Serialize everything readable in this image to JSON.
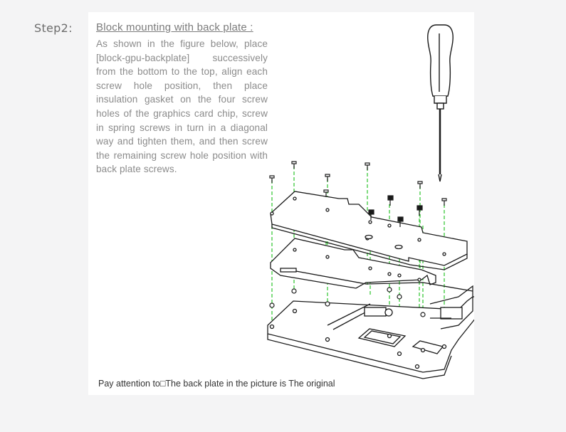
{
  "step": {
    "label": "Step2:"
  },
  "section": {
    "heading": "Block mounting with back plate :",
    "body": "As shown in the figure below, place [block-gpu-backplate] successively from the bottom to the top, align each screw hole position, then place insulation gasket on the four screw holes of the graphics card chip, screw in spring screws in turn in a diagonal way and tighten them, and then screw the remaining screw hole position with back plate screws."
  },
  "figure": {
    "guide_color": "#3cc83c",
    "line_color": "#1a1a1a",
    "items": [
      "screwdriver-icon",
      "back-plate",
      "graphics-card-pcb",
      "water-block",
      "screws"
    ]
  },
  "note": "Pay attention to□The back plate in the picture is  The original"
}
